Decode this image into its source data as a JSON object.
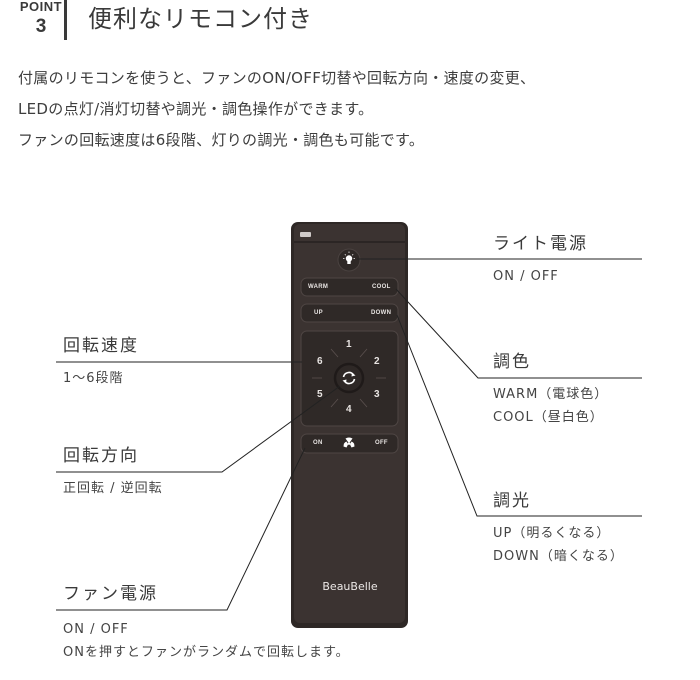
{
  "header": {
    "point_label": "POINT",
    "point_number": "3",
    "title": "便利なリモコン付き"
  },
  "intro": {
    "lines": [
      "付属のリモコンを使うと、ファンのON/OFF切替や回転方向・速度の変更、",
      "LEDの点灯/消灯切替や調光・調色操作ができます。",
      "ファンの回転速度は6段階、灯りの調光・調色も可能です。"
    ]
  },
  "remote": {
    "brand": "BeauBelle",
    "body_color": "#3a3230",
    "light_button_icon": "lightbulb-icon",
    "color_buttons": {
      "left": "WARM",
      "right": "COOL"
    },
    "dim_buttons": {
      "left": "UP",
      "right": "DOWN"
    },
    "speed_dial": {
      "numbers": [
        "1",
        "2",
        "3",
        "4",
        "5",
        "6"
      ],
      "center_icon": "rotate-icon"
    },
    "fan_buttons": {
      "left": "ON",
      "center_icon": "fan-icon",
      "right": "OFF"
    }
  },
  "callouts": {
    "light_power": {
      "title": "ライト電源",
      "lines": [
        "ON / OFF"
      ]
    },
    "color": {
      "title": "調色",
      "lines": [
        "WARM（電球色）",
        "COOL（昼白色）"
      ]
    },
    "dimming": {
      "title": "調光",
      "lines": [
        "UP（明るくなる）",
        "DOWN（暗くなる）"
      ]
    },
    "speed": {
      "title": "回転速度",
      "lines": [
        "1〜6段階"
      ]
    },
    "direction": {
      "title": "回転方向",
      "lines": [
        "正回転 / 逆回転"
      ]
    },
    "fan_power": {
      "title": "ファン電源",
      "lines": [
        "ON / OFF",
        "ONを押すとファンがランダムで回転します。"
      ]
    }
  }
}
